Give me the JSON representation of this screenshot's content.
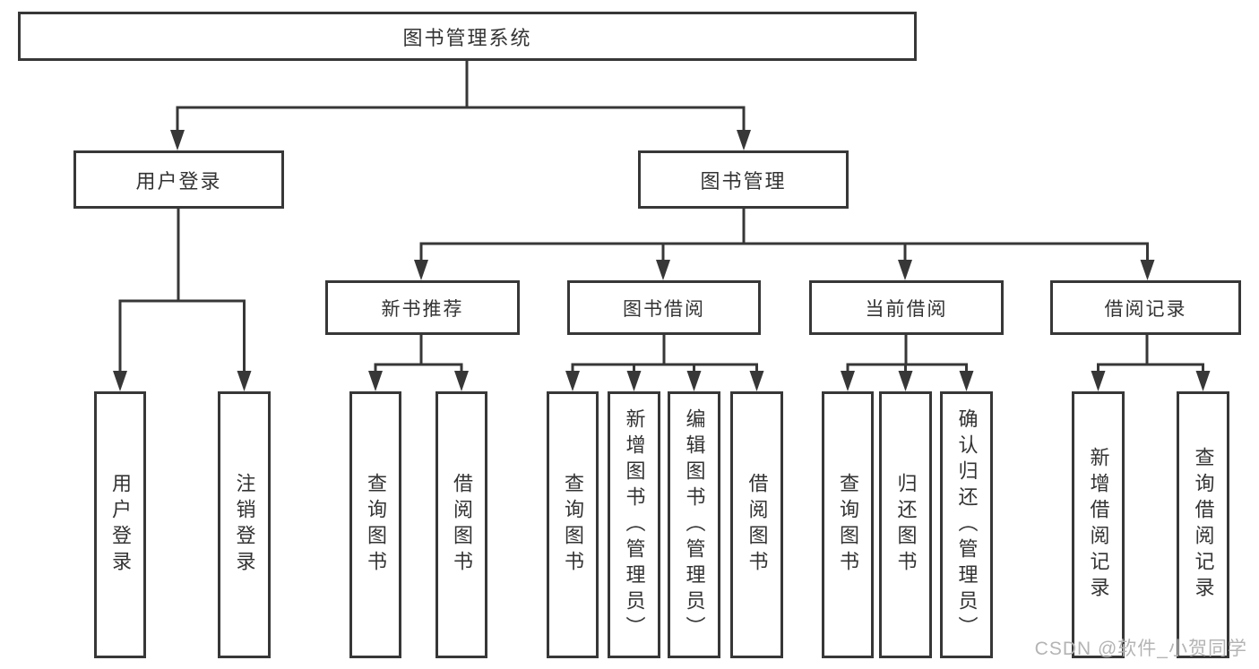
{
  "tree": {
    "root": {
      "label": "图书管理系统"
    },
    "branches": [
      {
        "label": "用户登录",
        "children": [
          {
            "label": "用户登录"
          },
          {
            "label": "注销登录"
          }
        ]
      },
      {
        "label": "图书管理",
        "children": [
          {
            "label": "新书推荐",
            "children": [
              {
                "label": "查询图书"
              },
              {
                "label": "借阅图书"
              }
            ]
          },
          {
            "label": "图书借阅",
            "children": [
              {
                "label": "查询图书"
              },
              {
                "label": "新增图书（管理员）"
              },
              {
                "label": "编辑图书（管理员）"
              },
              {
                "label": "借阅图书"
              }
            ]
          },
          {
            "label": "当前借阅",
            "children": [
              {
                "label": "查询图书"
              },
              {
                "label": "归还图书"
              },
              {
                "label": "确认归还（管理员）"
              }
            ]
          },
          {
            "label": "借阅记录",
            "children": [
              {
                "label": "新增借阅记录"
              },
              {
                "label": "查询借阅记录"
              }
            ]
          }
        ]
      }
    ]
  },
  "watermark": {
    "text": "CSDN @软件_小贺同学"
  },
  "colors": {
    "line": "#373737",
    "text": "#333333",
    "background": "#ffffff",
    "watermark": "#b4b4b4"
  }
}
